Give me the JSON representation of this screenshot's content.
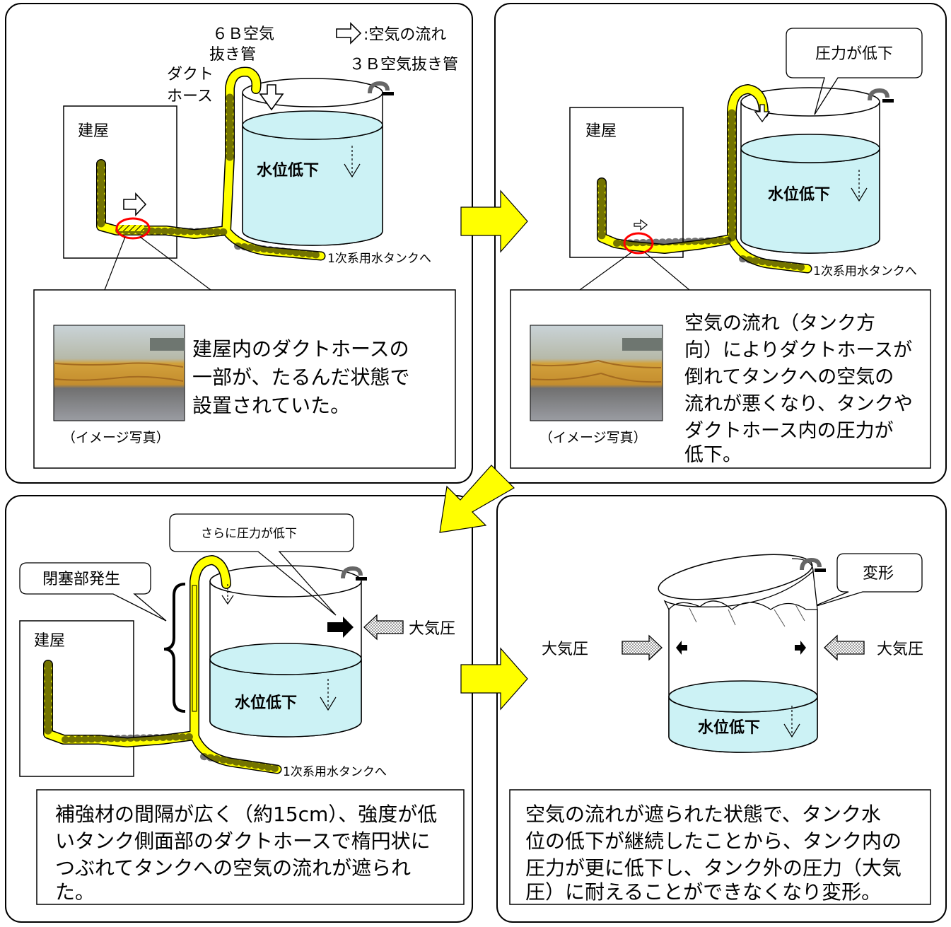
{
  "legend": {
    "airflow_symbol_label": ":空気の流れ"
  },
  "panel1": {
    "pipe6b_line1": "６Ｂ空気",
    "pipe6b_line2": "抜き管",
    "duct_line1": "ダクト",
    "duct_line2": "ホース",
    "pipe3b": "３Ｂ空気抜き管",
    "building": "建屋",
    "water_level": "水位低下",
    "to_tank": "1次系用水タンクへ",
    "photo_caption": "（イメージ写真）",
    "desc_lines": [
      "建屋内のダクトホースの",
      "一部が、たるんだ状態で",
      "設置されていた。"
    ]
  },
  "panel2": {
    "callout": "圧力が低下",
    "building": "建屋",
    "water_level": "水位低下",
    "to_tank": "1次系用水タンクへ",
    "photo_caption": "（イメージ写真）",
    "desc_lines": [
      "空気の流れ（タンク方",
      "向）によりダクトホースが",
      "倒れてタンクへの空気の",
      "流れが悪くなり、タンクや",
      "ダクトホース内の圧力が",
      "低下。"
    ]
  },
  "panel3": {
    "callout_pressure": "さらに圧力が低下",
    "callout_block": "閉塞部発生",
    "building": "建屋",
    "atm": "大気圧",
    "water_level": "水位低下",
    "to_tank": "1次系用水タンクへ",
    "desc_lines": [
      "補強材の間隔が広く（約15cm）、強度が低",
      "いタンク側面部のダクトホースで楕円状に",
      "つぶれてタンクへの空気の流れが遮られ",
      "た。"
    ]
  },
  "panel4": {
    "callout": "変形",
    "atm_left": "大気圧",
    "atm_right": "大気圧",
    "water_level": "水位低下",
    "desc_lines": [
      "空気の流れが遮られた状態で、タンク水",
      "位の低下が継続したことから、タンク内の",
      "圧力が更に低下し、タンク外の圧力（大気",
      "圧）に耐えることができなくなり変形。"
    ]
  },
  "colors": {
    "hose": "#ffff00",
    "water": "#ccf2f5",
    "arrow_yellow": "#ffff00",
    "highlight_circle": "#ff0000",
    "photo_hose": "#d4a43c"
  }
}
